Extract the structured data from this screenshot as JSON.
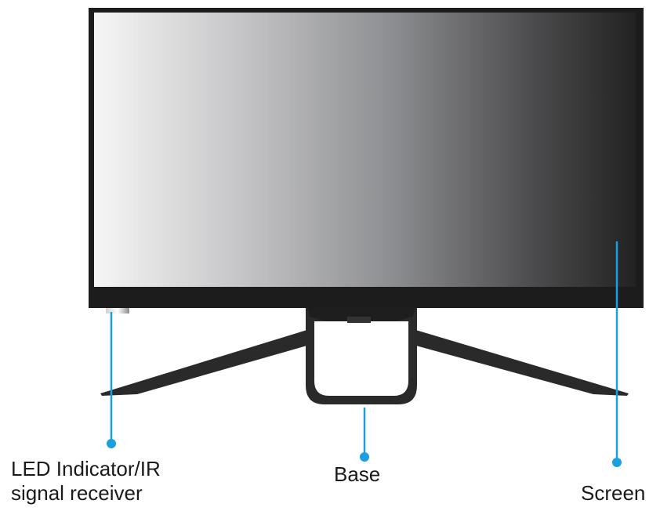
{
  "callouts": {
    "led": {
      "line1": "LED Indicator/IR",
      "line2": "signal receiver"
    },
    "base": {
      "label": "Base"
    },
    "screen": {
      "label": "Screen"
    }
  },
  "colors": {
    "callout_line": "#1a9fe0",
    "bezel": "#1c1c1c",
    "stand": "#2a2a2a",
    "screen_gradient_start": "#f4f4f4",
    "screen_gradient_end": "#262626",
    "text": "#1a1a1a"
  },
  "icons": {
    "monitor": "monitor-icon"
  }
}
